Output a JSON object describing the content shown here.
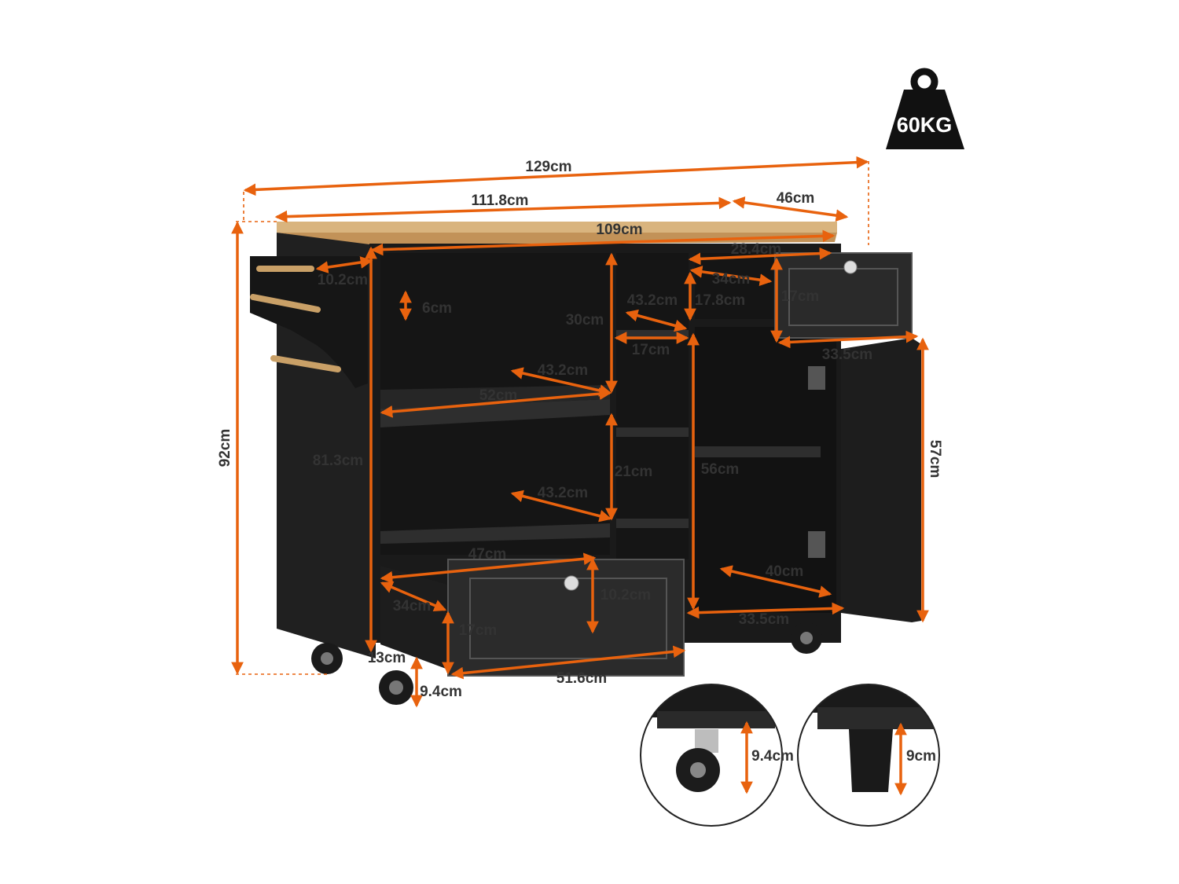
{
  "weight_badge": {
    "label": "60KG",
    "icon": "weight-icon"
  },
  "colors": {
    "accent": "#e8620e",
    "cabinet": "#1c1c1c",
    "countertop": "#c9a067",
    "label": "#333333",
    "background": "#ffffff"
  },
  "dimensions": {
    "total_width": "129cm",
    "top_width": "111.8cm",
    "depth": "46cm",
    "inner_width": "109cm",
    "rack_depth": "10.2cm",
    "total_height": "92cm",
    "body_height": "81.3cm",
    "rail_height": "6cm",
    "upper_shelf_height": "30cm",
    "upper_shelf_depth": "43.2cm",
    "shelf_width": "52cm",
    "lower_shelf_depth": "43.2cm",
    "drawer_inner_width": "47cm",
    "drawer_inner_depth": "34cm",
    "drawer_inner_height": "10.2cm",
    "drawer_side_height": "17cm",
    "bottom_gap": "13cm",
    "caster_height": "9.4cm",
    "drawer_front_width": "51.6cm",
    "middle_depth": "43.2cm",
    "middle_width": "17cm",
    "middle_height": "21cm",
    "right_drawer_width": "28.4cm",
    "right_drawer_depth": "34cm",
    "right_drawer_inner_height": "17.8cm",
    "right_drawer_height": "17cm",
    "door_width": "33.5cm",
    "door_height": "57cm",
    "cabinet_height": "56cm",
    "cabinet_depth": "40cm",
    "cabinet_width": "33.5cm"
  },
  "details": {
    "caster": {
      "height": "9.4cm",
      "icon": "caster-wheel-icon"
    },
    "leg": {
      "height": "9cm",
      "icon": "furniture-leg-icon"
    }
  }
}
